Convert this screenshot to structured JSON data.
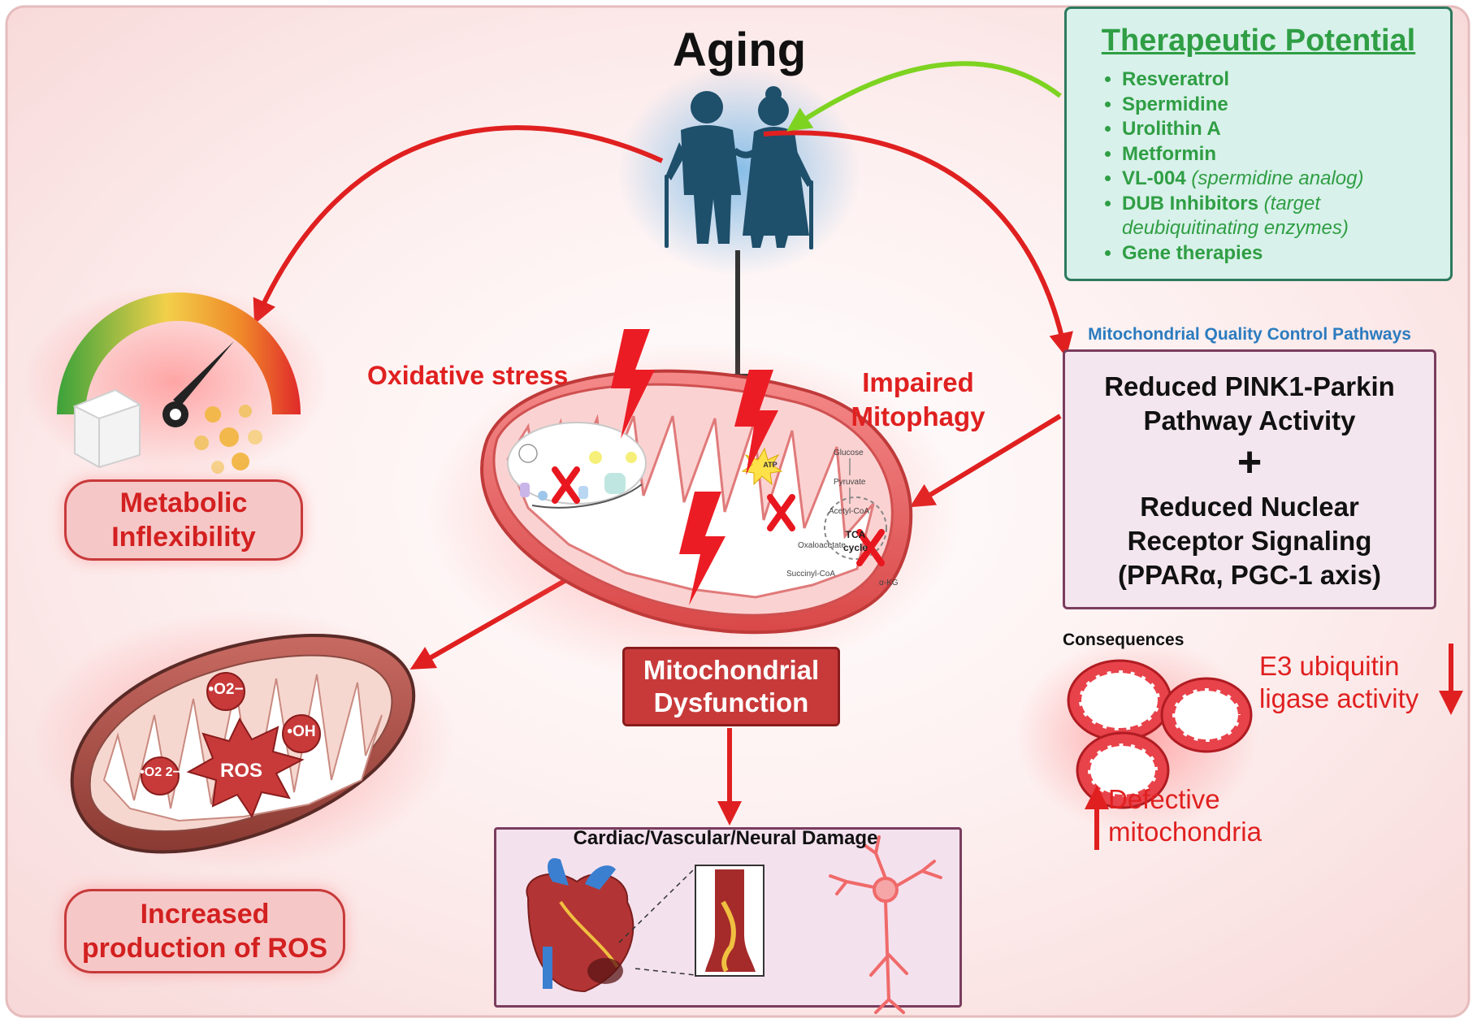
{
  "title": "Aging",
  "therapeutic": {
    "title": "Therapeutic Potential",
    "items": [
      {
        "name": "Resveratrol",
        "note": ""
      },
      {
        "name": "Spermidine",
        "note": ""
      },
      {
        "name": "Urolithin A",
        "note": ""
      },
      {
        "name": "Metformin",
        "note": ""
      },
      {
        "name": "VL-004",
        "note": "(spermidine analog)"
      },
      {
        "name": "DUB Inhibitors",
        "note": "(target deubiquitinating enzymes)"
      },
      {
        "name": "Gene therapies",
        "note": ""
      }
    ]
  },
  "mqc": {
    "caption": "Mitochondrial Quality Control Pathways",
    "line1": "Reduced PINK1-Parkin",
    "line2": "Pathway Activity",
    "plus": "+",
    "line3": "Reduced Nuclear",
    "line4": "Receptor Signaling",
    "line5": "(PPARα, PGC-1 axis)"
  },
  "labels": {
    "oxidative_stress": "Oxidative stress",
    "impaired_1": "Impaired",
    "impaired_2": "Mitophagy",
    "metabolic_1": "Metabolic",
    "metabolic_2": "Inflexibility",
    "ros_label_1": "Increased",
    "ros_label_2": "production of ROS",
    "dysfunction_1": "Mitochondrial",
    "dysfunction_2": "Dysfunction",
    "damage": "Cardiac/Vascular/Neural Damage"
  },
  "consequences": {
    "title": "Consequences",
    "e3_1": "E3 ubiquitin",
    "e3_2": "ligase activity",
    "defective_1": "Defective",
    "defective_2": "mitochondria"
  },
  "ros": {
    "center": "ROS",
    "o2": "•O2−",
    "oh": "•OH",
    "o2_2": "•O2 2−"
  },
  "mito_detail": {
    "atp": "ATP",
    "glucose": "Glucose",
    "pyruvate": "Pyruvate",
    "acetyl": "Acetyl-CoA",
    "oxaloacetate": "Oxaloacetate",
    "tca_1": "TCA",
    "tca_2": "cycle",
    "succinyl": "Succinyl-CoA",
    "akg": "α-KG",
    "mark": "X"
  },
  "colors": {
    "red": "#e02020",
    "green": "#2f9e44",
    "blue": "#2b7bbf",
    "people": "#1e4f6b"
  }
}
